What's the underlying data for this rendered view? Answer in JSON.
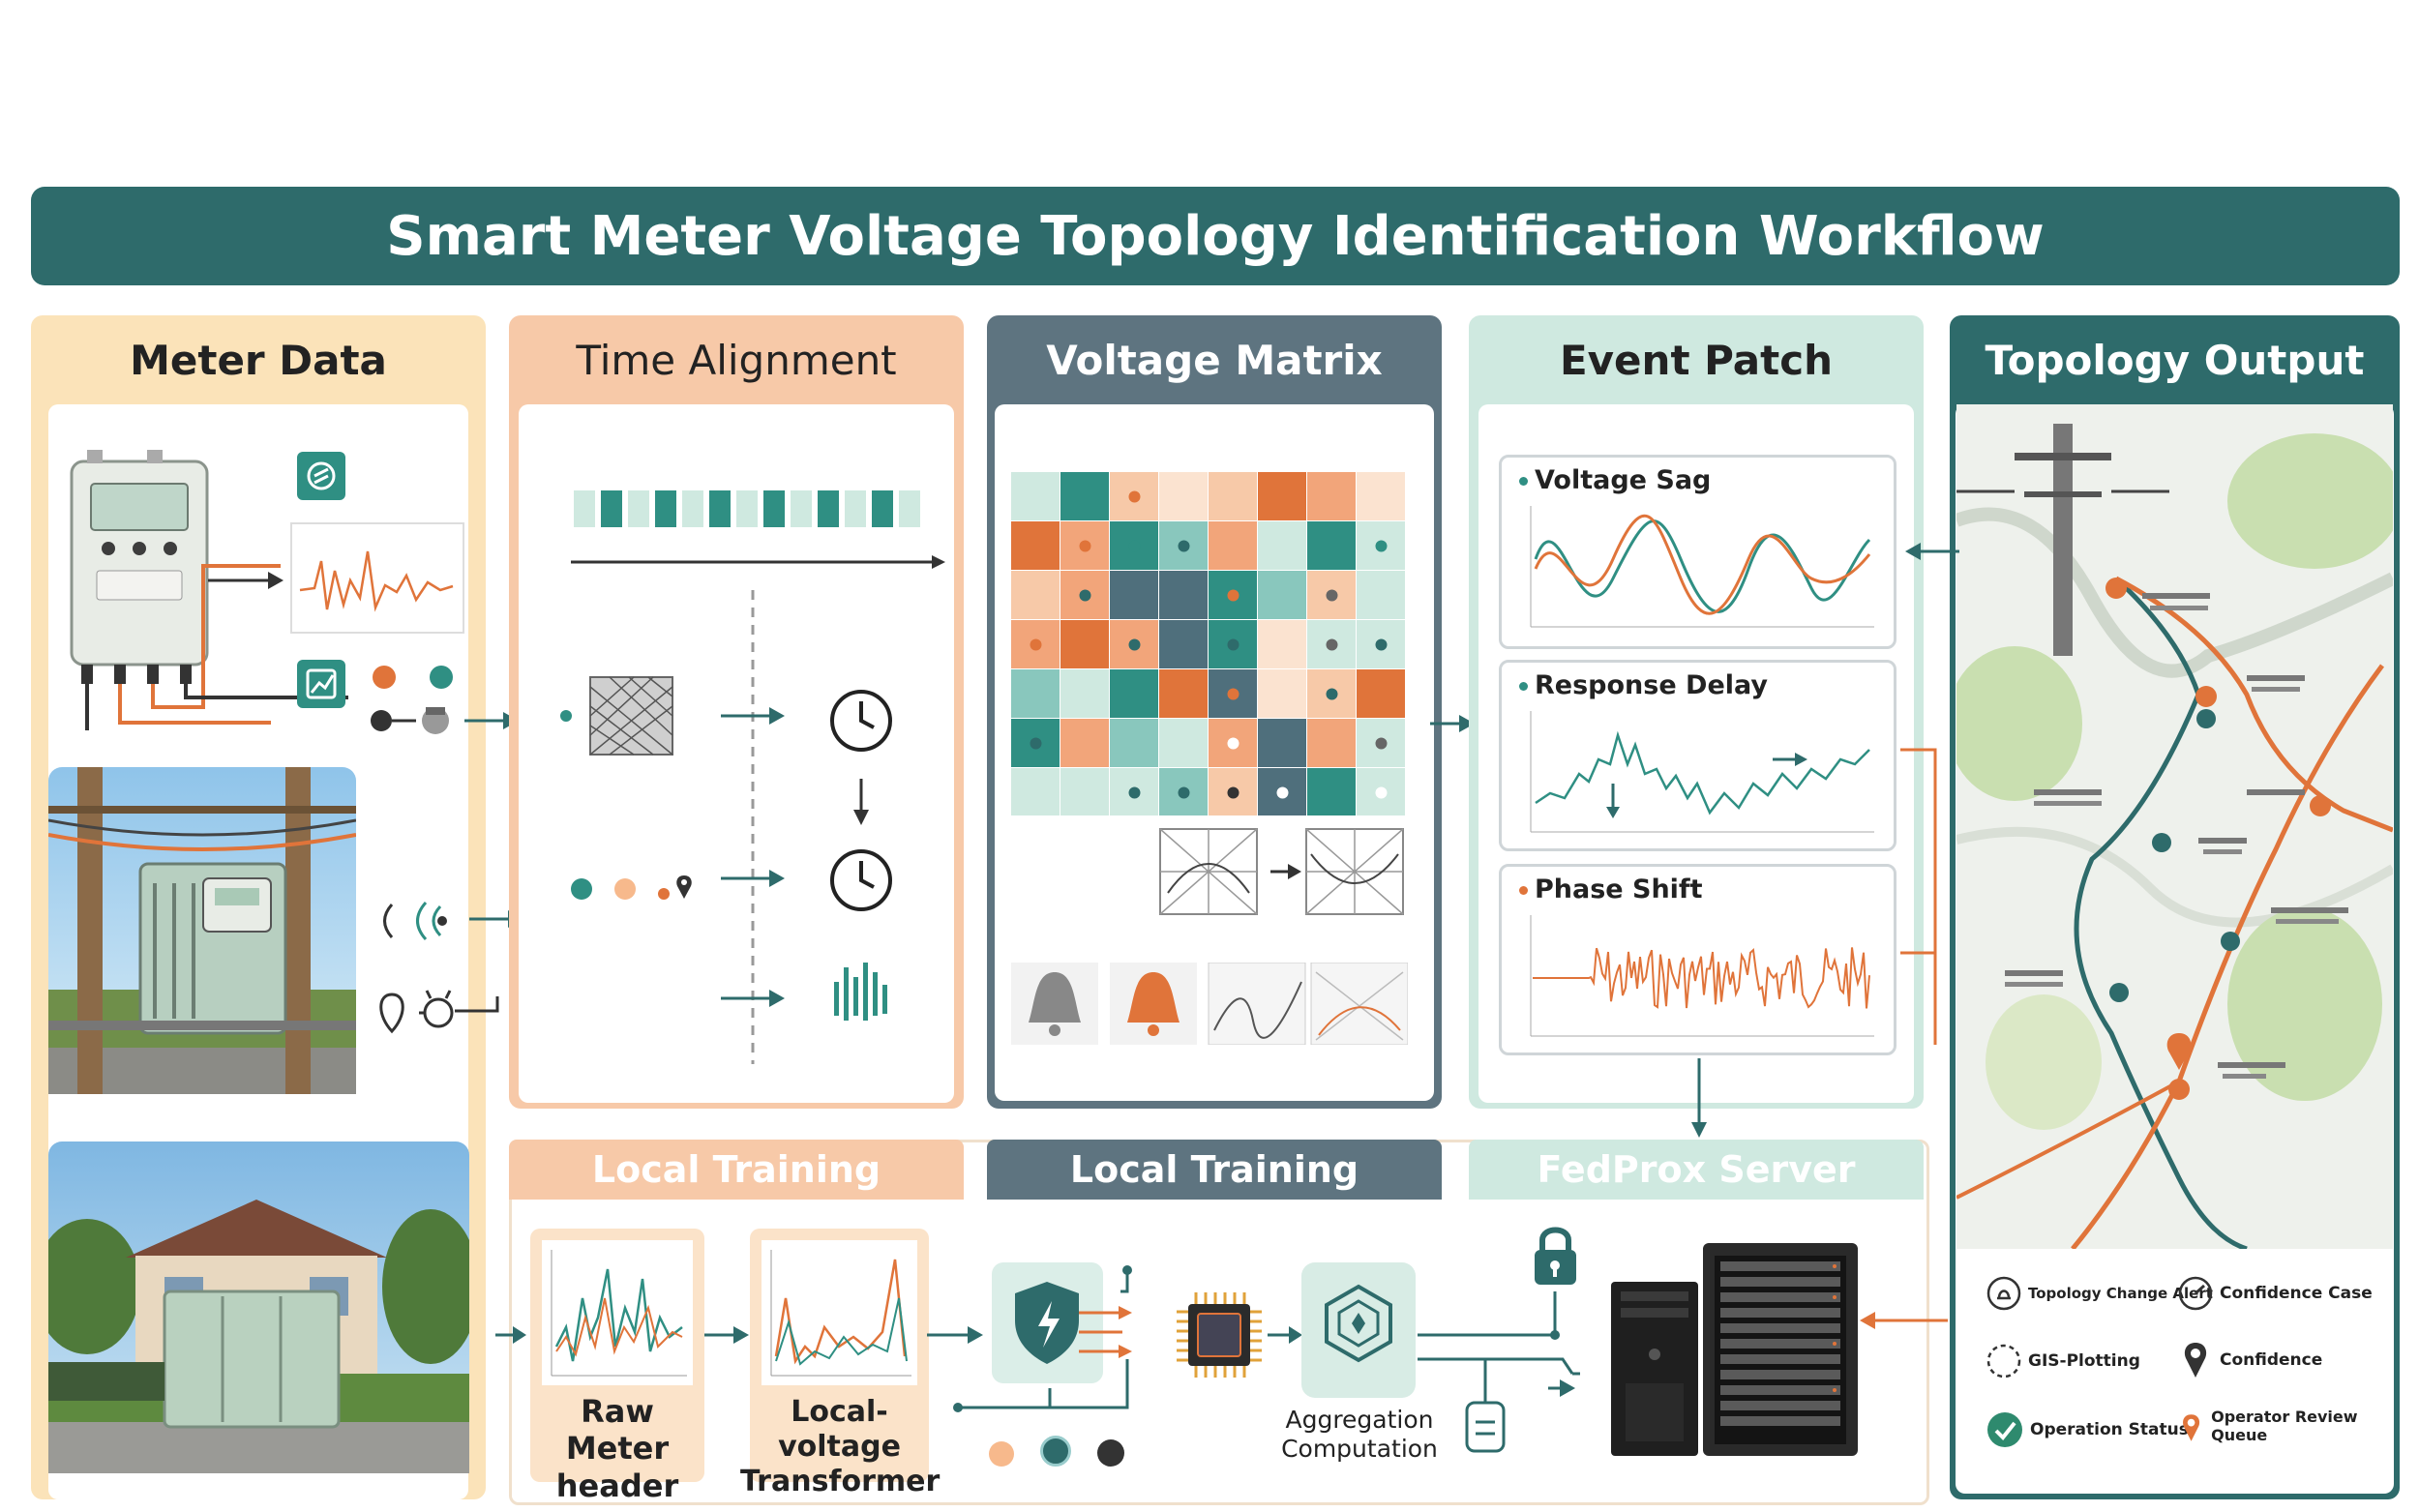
{
  "title": "Smart Meter Voltage Topology Identification Workflow",
  "panels": {
    "meter_data": "Meter Data",
    "time_alignment": "Time Alignment",
    "voltage_matrix": "Voltage Matrix",
    "event_patch": "Event Patch",
    "topology_output": "Topology Output"
  },
  "events": {
    "voltage_sag": "Voltage Sag",
    "response_delay": "Response Delay",
    "phase_shift": "Phase Shift"
  },
  "bottom": {
    "local_training_1": "Local Training",
    "local_training_2": "Local Training",
    "fedprox_server": "FedProx Server",
    "raw_meter_header": "Raw Meter header",
    "local_voltage_transformer": "Local-voltage Transformer",
    "aggregation_computation": "Aggregation Computation"
  },
  "legend": {
    "topology_change_alert": "Topology Change Alert",
    "confidence_case": "Confidence Case",
    "gis_plotting": "GIS-Plotting",
    "confidence": "Confidence",
    "operation_status": "Operation Status",
    "operator_review_queue": "Operator Review Queue"
  },
  "colors": {
    "teal_dark": "#2e6b6b",
    "teal": "#2f8f83",
    "orange": "#e0743a",
    "peach": "#f7c9a8",
    "sand": "#fbe3b9",
    "slate": "#5e7480",
    "mint": "#cfe9e0"
  },
  "icons": [
    "meter-icon",
    "clock-icon",
    "signal-icon",
    "bell-icon",
    "lock-icon",
    "shield-icon",
    "chip-icon",
    "server-icon",
    "map-pin-icon"
  ]
}
